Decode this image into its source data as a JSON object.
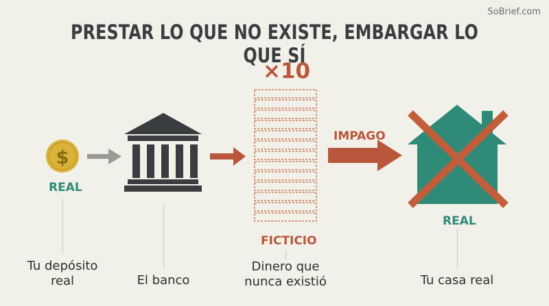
{
  "watermark": "SoBrief.com",
  "title": "PRESTAR LO QUE NO EXISTE, EMBARGAR LO QUE SÍ",
  "multiplier": "×10",
  "coin_symbol": "$",
  "labels": {
    "real_left": "REAL",
    "ficticio": "FICTICIO",
    "impago": "IMPAGO",
    "real_right": "REAL"
  },
  "captions": {
    "deposit_line1": "Tu depósito",
    "deposit_line2": "real",
    "bank": "El banco",
    "money_line1": "Dinero que",
    "money_line2": "nunca existió",
    "house": "Tu casa real"
  },
  "colors": {
    "green": "#2f8a78",
    "orange": "#b8573b",
    "dark": "#3a3d40",
    "gold": "#d9b23a",
    "gray_arrow": "#9a9a96"
  },
  "icons": [
    "coin-icon",
    "bank-icon",
    "stacked-bills-icon",
    "house-icon",
    "cross-icon"
  ]
}
